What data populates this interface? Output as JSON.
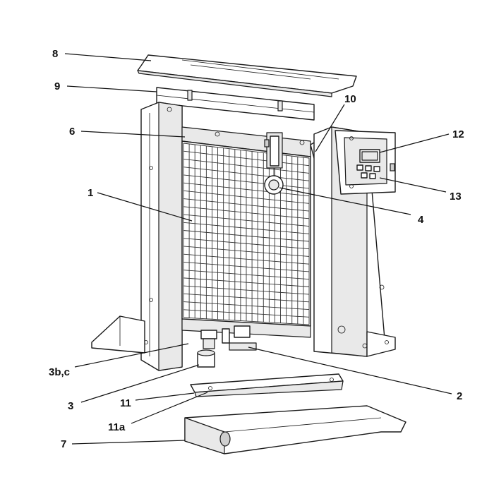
{
  "callouts": [
    {
      "id": "8",
      "label": "8"
    },
    {
      "id": "9",
      "label": "9"
    },
    {
      "id": "10",
      "label": "10"
    },
    {
      "id": "6",
      "label": "6"
    },
    {
      "id": "12",
      "label": "12"
    },
    {
      "id": "1",
      "label": "1"
    },
    {
      "id": "13",
      "label": "13"
    },
    {
      "id": "4",
      "label": "4"
    },
    {
      "id": "3bc",
      "label": "3b,c"
    },
    {
      "id": "2",
      "label": "2"
    },
    {
      "id": "3",
      "label": "3"
    },
    {
      "id": "11",
      "label": "11"
    },
    {
      "id": "11a",
      "label": "11a"
    },
    {
      "id": "7",
      "label": "7"
    }
  ]
}
